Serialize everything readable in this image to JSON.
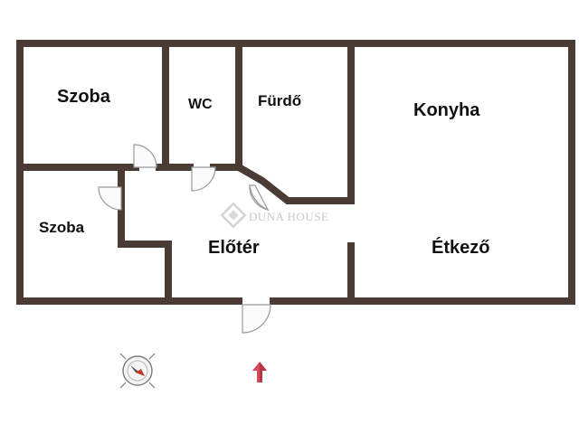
{
  "rooms": {
    "szoba1": "Szoba",
    "wc": "WC",
    "furdo": "Fürdő",
    "konyha": "Konyha",
    "szoba2": "Szoba",
    "eloter": "Előtér",
    "etkezo": "Étkező"
  },
  "watermark": "DUNA HOUSE",
  "colors": {
    "wall": "#4a3b35",
    "arrow": "#d44a5a",
    "watermark": "#c9c9c9"
  },
  "icons": [
    "compass-icon",
    "north-arrow-icon",
    "duna-house-logo-icon"
  ]
}
